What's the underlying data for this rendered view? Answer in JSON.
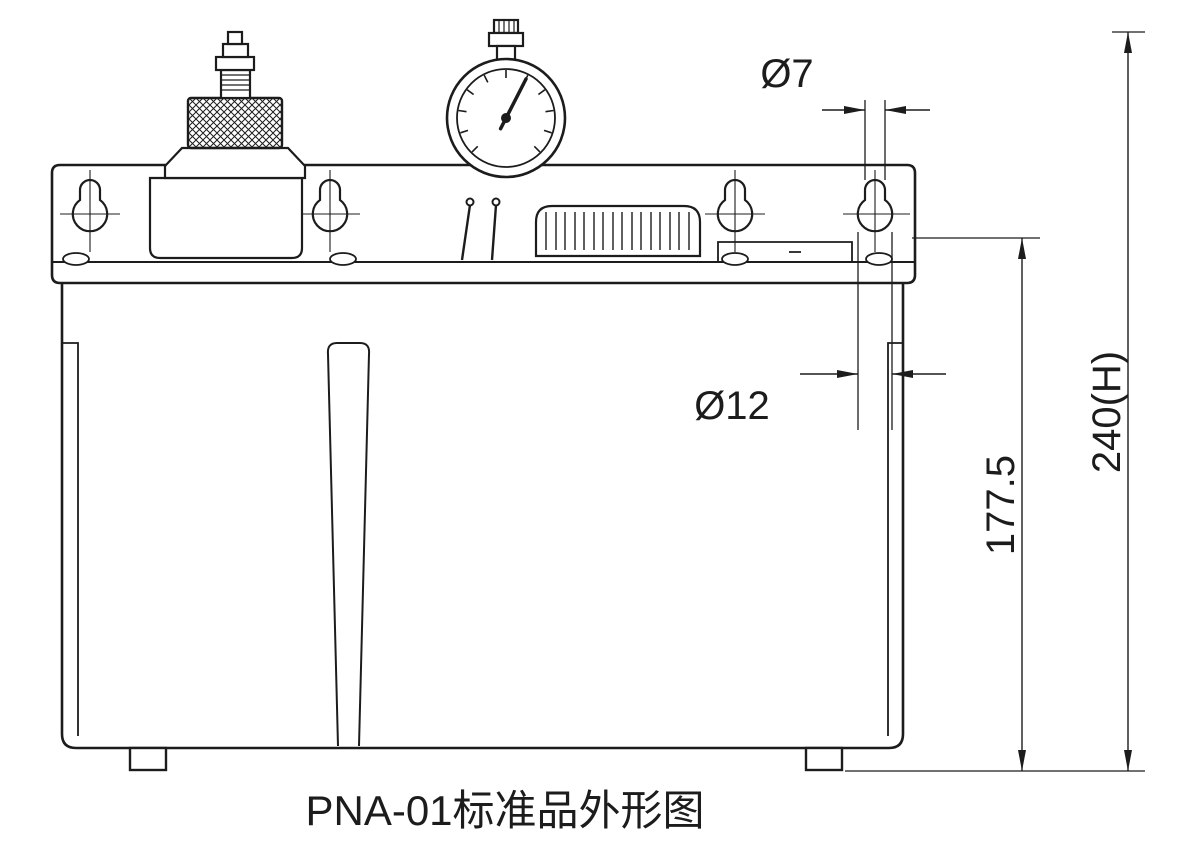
{
  "title": "PNA-01标准品外形图",
  "dimensions": {
    "slot_diameter": "Ø7",
    "hole_diameter": "Ø12",
    "body_height": "177.5",
    "overall_height": "240(H)"
  },
  "colors": {
    "line": "#1c1c1c",
    "background": "#ffffff"
  }
}
